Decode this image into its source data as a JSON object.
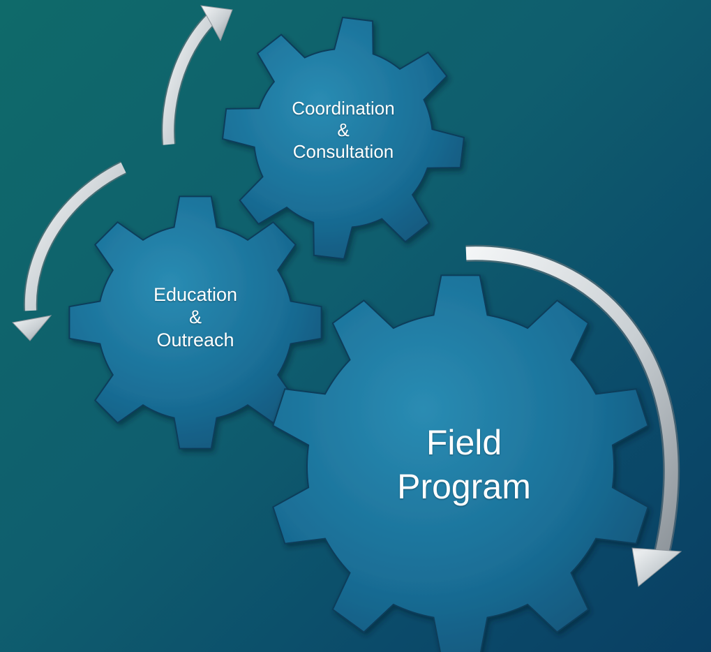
{
  "gears": {
    "coordination": {
      "line1": "Coordination",
      "line2": "&",
      "line3": "Consultation"
    },
    "education": {
      "line1": "Education",
      "line2": "&",
      "line3": "Outreach"
    },
    "field": {
      "line1": "Field",
      "line2": "Program"
    }
  },
  "colors": {
    "gear_fill_light": "#1f7fa7",
    "gear_fill_dark": "#135a80",
    "gear_edge": "#0b3d5a",
    "arrow_light": "#ffffff",
    "arrow_dark": "#8d949a"
  }
}
